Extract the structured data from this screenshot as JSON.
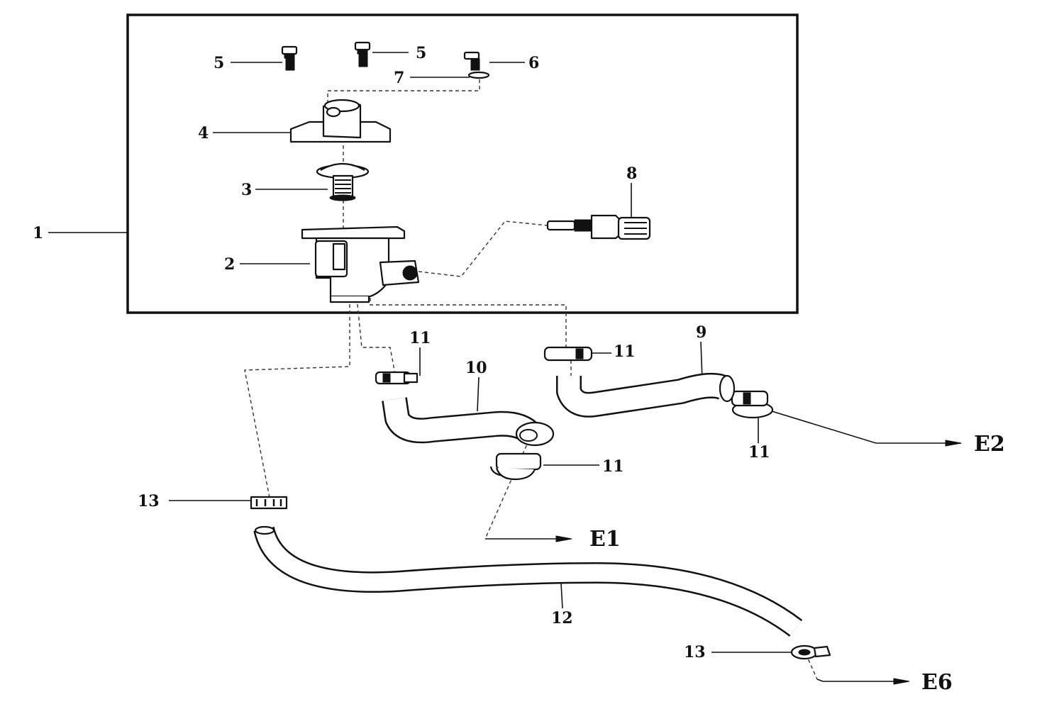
{
  "callouts": {
    "c1": "1",
    "c2": "2",
    "c3": "3",
    "c4": "4",
    "c5a": "5",
    "c5b": "5",
    "c6": "6",
    "c7": "7",
    "c8": "8",
    "c9": "9",
    "c10": "10",
    "c11a": "11",
    "c11b": "11",
    "c11c": "11",
    "c11d": "11",
    "c12": "12",
    "c13a": "13",
    "c13b": "13"
  },
  "destinations": {
    "e1": "E1",
    "e2": "E2",
    "e6": "E6"
  }
}
